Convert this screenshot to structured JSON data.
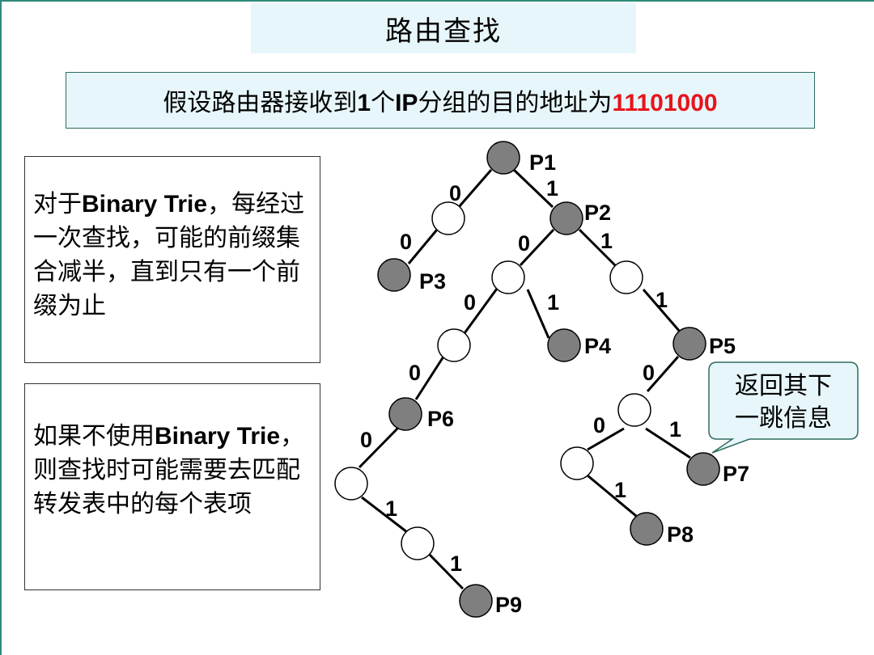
{
  "title": "路由查找",
  "subtitle": {
    "prefix": "假设路由器接收到",
    "num": "1",
    "mid1": "个",
    "ip": "IP",
    "mid2": "分组的目的地址为",
    "address": "11101000"
  },
  "note1": {
    "t1": "对于",
    "bold": "Binary Trie",
    "t2": "，每经过一次查找，可能的前缀集合减半，直到只有一个前缀为止"
  },
  "note2": {
    "t1": "如果不使用",
    "bold": "Binary Trie",
    "t2": "，则查找时可能需要去匹配转发表中的每个表项"
  },
  "callout": {
    "line1": "返回其下",
    "line2": "一跳信息"
  },
  "tree": {
    "prefix_labels": [
      "P1",
      "P2",
      "P3",
      "P4",
      "P5",
      "P6",
      "P7",
      "P8",
      "P9"
    ],
    "edge_labels": [
      "0",
      "1",
      "0",
      "0",
      "1",
      "0",
      "1",
      "1",
      "0",
      "0",
      "0",
      "1",
      "0",
      "1",
      "1",
      "1"
    ]
  },
  "colors": {
    "filled_node": "#7f7f7f",
    "empty_node": "#ffffff",
    "box_fill": "#e7f6fa",
    "address_red": "#e8141c",
    "frame": "#2e8b7a"
  }
}
